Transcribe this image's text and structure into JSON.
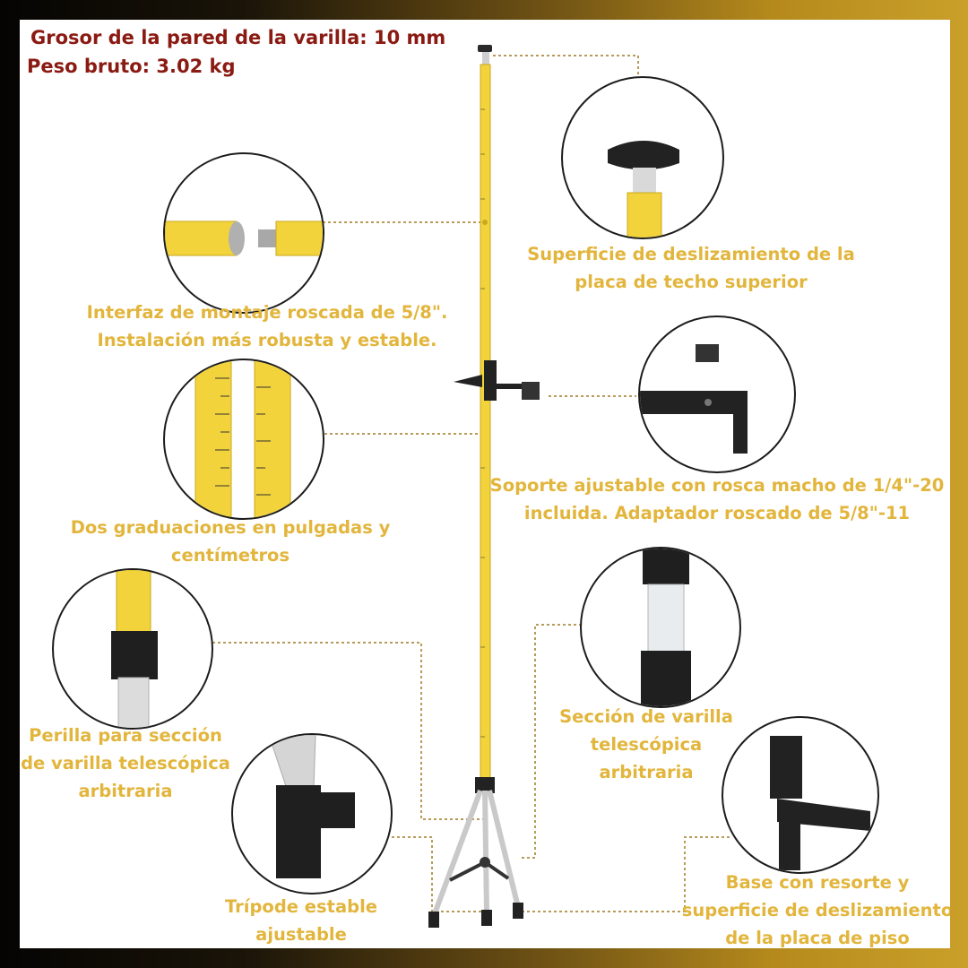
{
  "specs": {
    "wall_thickness": "Grosor de la pared de la varilla: 10 mm",
    "gross_weight": "Peso bruto: 3.02 kg"
  },
  "callouts": {
    "top_plate": [
      "Superficie de deslizamiento de la",
      "placa de techo superior"
    ],
    "thread_interface": [
      "Interfaz de montaje roscada de 5/8\".",
      "Instalación más robusta y estable."
    ],
    "bracket": [
      "Soporte ajustable con rosca macho de 1/4\"-20",
      "incluida. Adaptador roscado de 5/8\"-11"
    ],
    "graduations": [
      "Dos graduaciones en pulgadas y",
      "centímetros"
    ],
    "telescopic_section": [
      "Sección de varilla",
      "telescópica",
      "arbitraria"
    ],
    "knob": [
      "Perilla para sección",
      "de varilla telescópica",
      "arbitraria"
    ],
    "tripod": [
      "Trípode estable",
      "ajustable"
    ],
    "spring_base": [
      "Base con resorte y",
      "superficie de deslizamiento",
      "de la placa de piso"
    ]
  },
  "colors": {
    "rod_yellow": "#f2d33b",
    "caption_gold": "#e2b53c",
    "spec_red": "#8a1a12",
    "leader_line": "#b89a5a"
  }
}
